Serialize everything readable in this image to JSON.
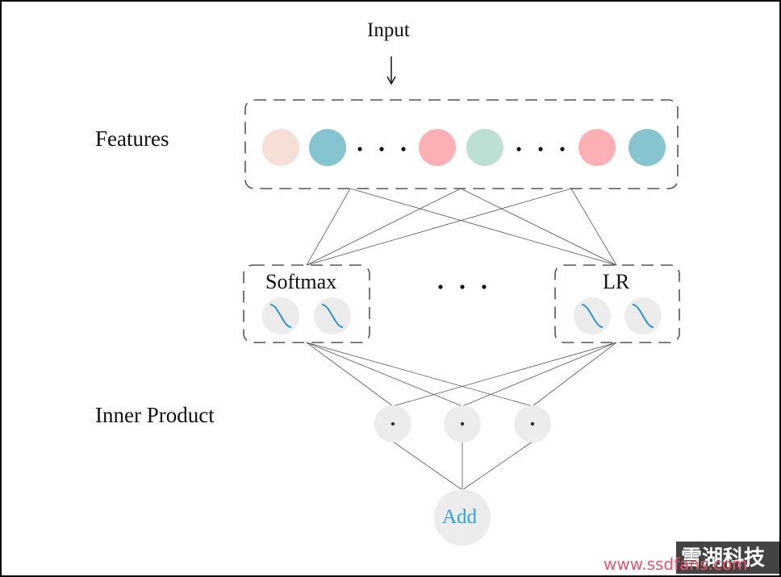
{
  "labels": {
    "input": "Input",
    "features": "Features",
    "softmax": "Softmax",
    "lr": "LR",
    "inner_product": "Inner Product",
    "add": "Add"
  },
  "colors": {
    "feature_peach": "#f6e0d6",
    "feature_teal": "#86c4cf",
    "feature_pink": "#fcb0b5",
    "feature_mint": "#bde0d5",
    "node_gray": "#ececec",
    "curve_blue": "#1e90d6",
    "add_text": "#29a3e8",
    "dash_border": "#555555"
  },
  "icons": {
    "sigmoid": "sigmoid-curve-icon",
    "dot": "dot-product-icon",
    "ellipsis": "ellipsis-icon",
    "arrow": "down-arrow-icon"
  },
  "watermark": {
    "brand": "雪湖科技",
    "url": "www.ssdfans.com"
  }
}
